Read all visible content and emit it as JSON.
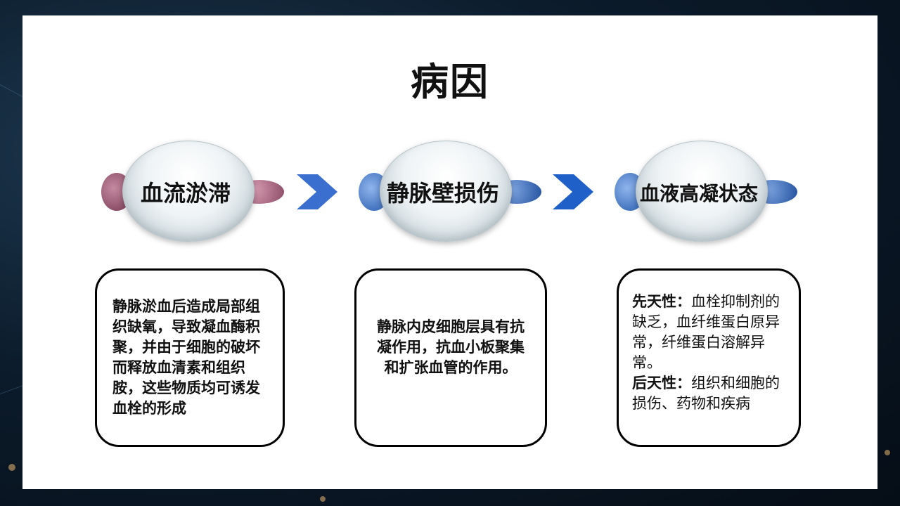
{
  "slide": {
    "title": "病因",
    "causes": [
      {
        "label": "血流淤滞",
        "description": "静脉淤血后造成局部组织缺氧，导致凝血酶积聚，并由于细胞的破坏而释放血清素和组织胺，这些物质均可诱发血栓的形成",
        "color": "#8a4a64"
      },
      {
        "label": "静脉壁损伤",
        "description": "静脉内皮细胞层具有抗凝作用，抗血小板聚集和扩张血管的作用。",
        "color": "#2a5fb0"
      },
      {
        "label": "血液高凝状态",
        "color": "#2a5fb0",
        "congenital_label": "先天性：",
        "congenital_text": "血栓抑制剂的缺乏，血纤维蛋白原异常，纤维蛋白溶解异常。",
        "acquired_label": "后天性：",
        "acquired_text": "组织和细胞的损伤、药物和疾病"
      }
    ],
    "arrow_color": "#1f5fc8"
  }
}
